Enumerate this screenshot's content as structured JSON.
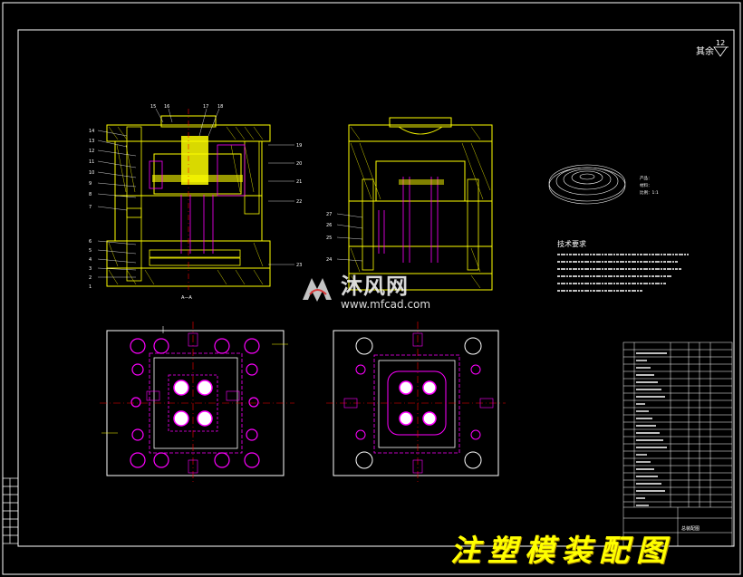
{
  "drawing": {
    "title": "注塑模装配图",
    "rough_symbol": "其余",
    "rough_value": "12",
    "product_note_1": "产品：",
    "product_note_2": "材料：",
    "product_note_3": "比例：1:1",
    "tech_title": "技术要求",
    "watermark_name": "沐风网",
    "watermark_url": "www.mfcad.com",
    "view_label_a": "A—A",
    "table_caption": "总装配图",
    "part_numbers_left": [
      "14",
      "13",
      "12",
      "11",
      "10",
      "9",
      "8",
      "7",
      "6",
      "5",
      "4",
      "3",
      "2",
      "1"
    ],
    "part_numbers_top": [
      "15",
      "16",
      "17",
      "18"
    ],
    "part_numbers_right": [
      "19",
      "20",
      "21",
      "22",
      "23"
    ],
    "part_numbers_mid": [
      "27",
      "26",
      "25",
      "24"
    ]
  },
  "colors": {
    "frame": "#ffffff",
    "mold": "#ffff00",
    "hidden": "#ff00ff",
    "center": "#ff0000",
    "title": "#ffff00"
  }
}
